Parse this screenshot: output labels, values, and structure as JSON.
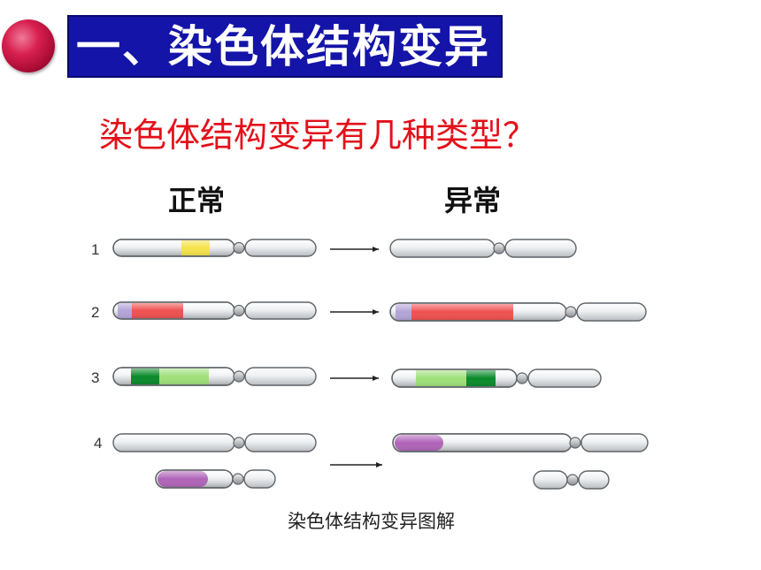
{
  "header": {
    "title": "一、染色体结构变异"
  },
  "question": "染色体结构变异有几种类型？",
  "columns": {
    "normal": "正常",
    "abnormal": "异常"
  },
  "rows": [
    {
      "label": "1"
    },
    {
      "label": "2"
    },
    {
      "label": "3"
    },
    {
      "label": "4"
    }
  ],
  "caption": "染色体结构变异图解",
  "colors": {
    "title_bg": "#1414a8",
    "question_text": "#e3101a",
    "yellow_segment": "#f5e34a",
    "red_segment": "#ef5050",
    "dark_green_segment": "#0a8a2a",
    "light_green_segment": "#9fe07a",
    "purple_segment": "#b064b8",
    "chromosome_body": "#e6e8ea"
  }
}
